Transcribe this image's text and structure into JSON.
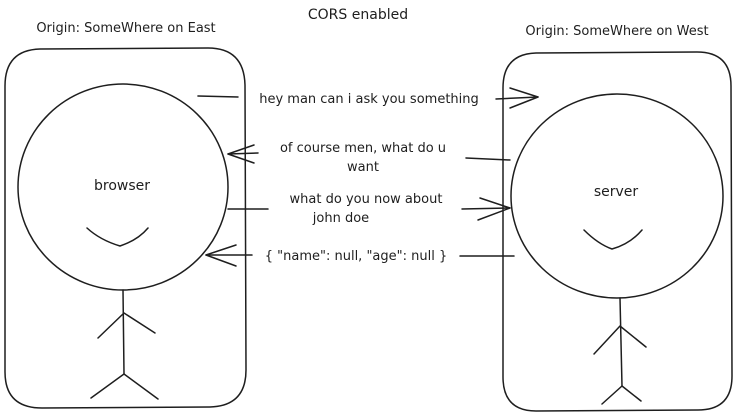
{
  "title": "CORS enabled",
  "left_actor": {
    "origin_label": "Origin: SomeWhere on East",
    "name": "browser"
  },
  "right_actor": {
    "origin_label": "Origin: SomeWhere on West",
    "name": "server"
  },
  "messages": [
    {
      "direction": "browser-to-server",
      "lines": [
        "hey man can i ask you something"
      ]
    },
    {
      "direction": "server-to-browser",
      "lines": [
        "of course men, what do u",
        "want"
      ]
    },
    {
      "direction": "browser-to-server",
      "lines": [
        "what do you now about",
        "john doe"
      ]
    },
    {
      "direction": "server-to-browser",
      "lines": [
        "{ \"name\": null, \"age\": null }"
      ]
    }
  ]
}
